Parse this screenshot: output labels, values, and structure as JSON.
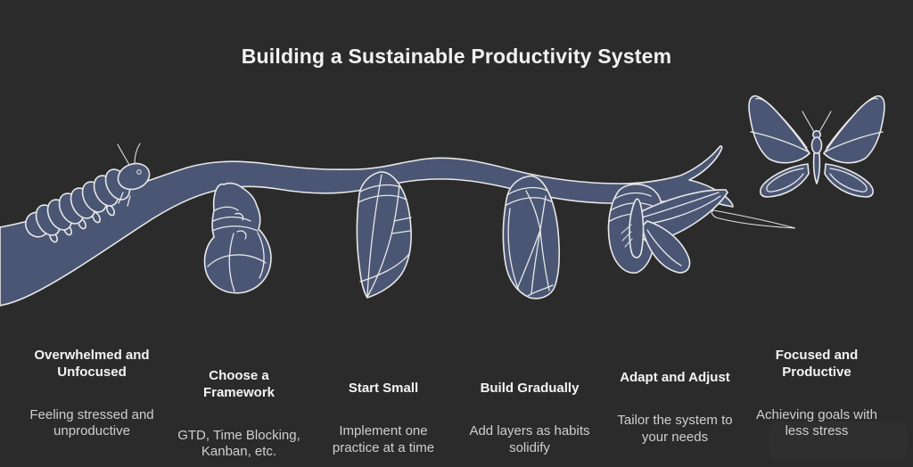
{
  "title": "Building a Sustainable Productivity System",
  "colors": {
    "background": "#2b2b2b",
    "illustration_fill": "#4A5674",
    "illustration_outline": "#e8e8e8",
    "title_text": "#f2f2f2",
    "stage_title_text": "#f4f4f4",
    "stage_description_text": "#cfcfcf"
  },
  "illustration": {
    "icons": [
      "caterpillar-icon",
      "curled-chrysalis-icon",
      "chrysalis-icon",
      "chrysalis-icon",
      "emerging-butterfly-icon",
      "butterfly-icon"
    ],
    "motif": "branch with metamorphosis stages from caterpillar to butterfly"
  },
  "stages": [
    {
      "title": "Overwhelmed and\nUnfocused",
      "description": "Feeling stressed and\nunproductive"
    },
    {
      "title": "Choose a\nFramework",
      "description": "GTD, Time Blocking,\nKanban, etc."
    },
    {
      "title": "Start Small",
      "description": "Implement one\npractice at a time"
    },
    {
      "title": "Build Gradually",
      "description": "Add layers as habits\nsolidify"
    },
    {
      "title": "Adapt and Adjust",
      "description": "Tailor the system to\nyour needs"
    },
    {
      "title": "Focused and\nProductive",
      "description": "Achieving goals with\nless stress"
    }
  ]
}
